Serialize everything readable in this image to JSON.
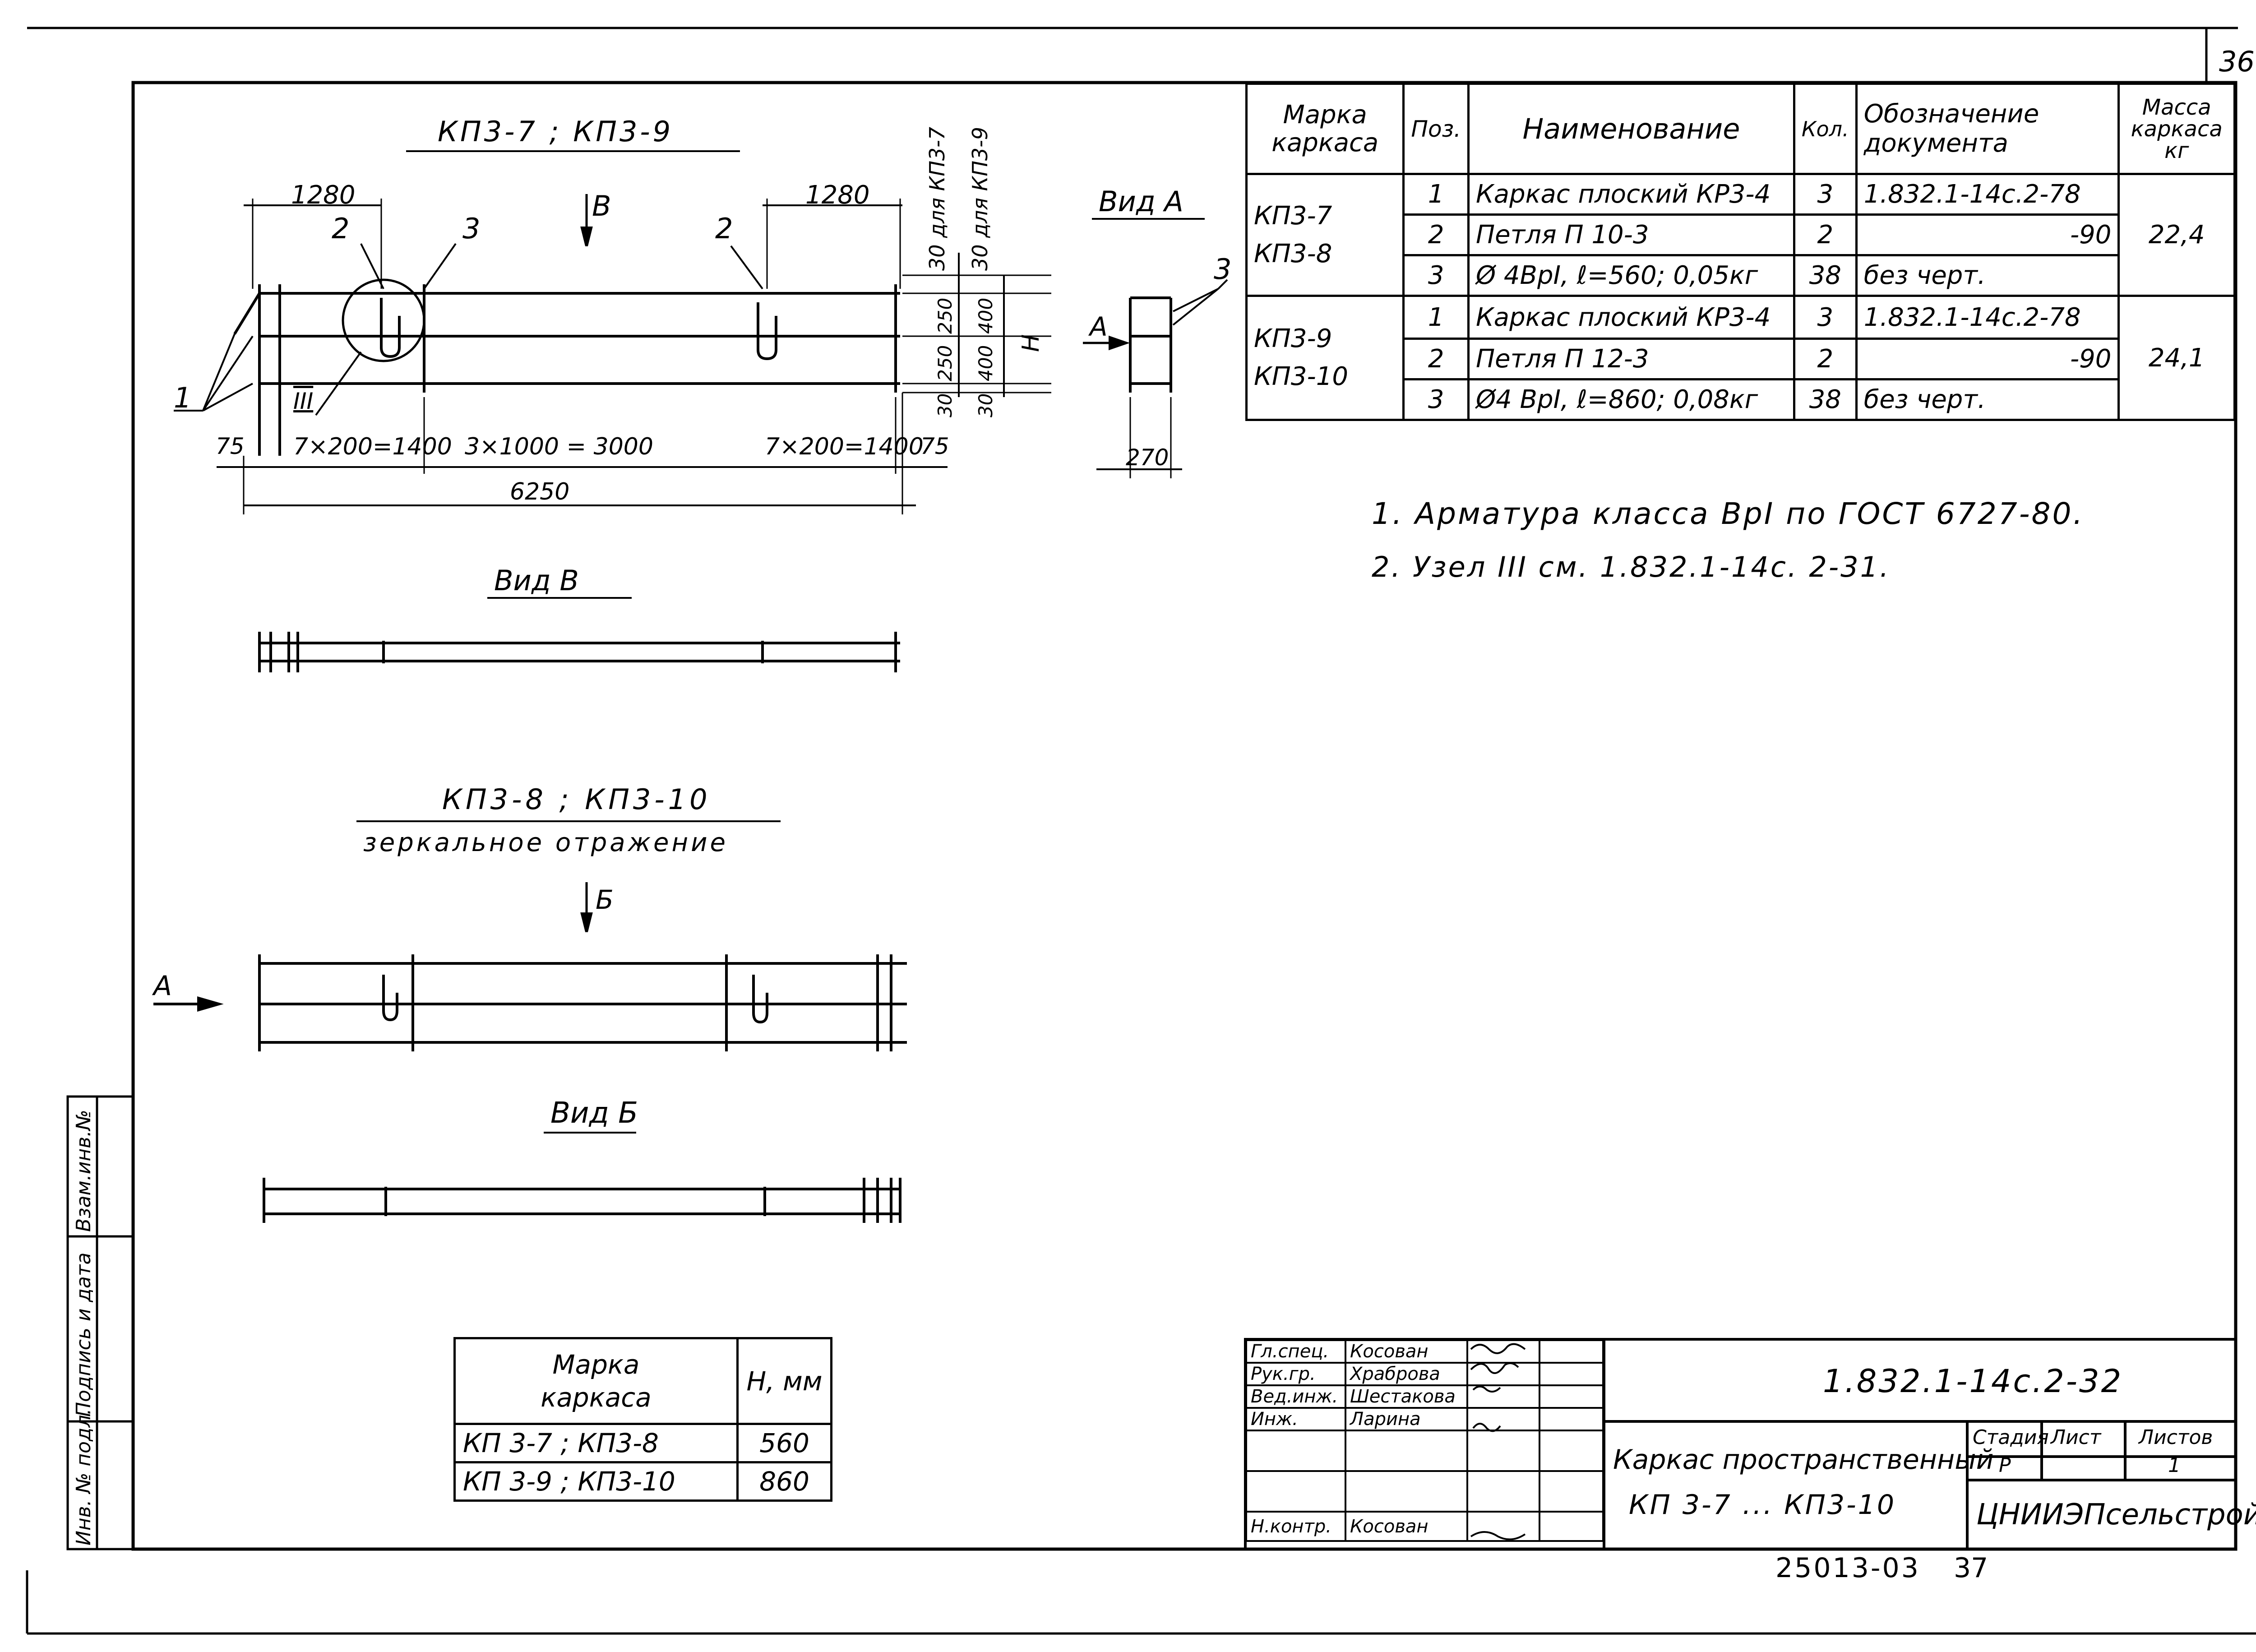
{
  "sheet": {
    "page_number": "36",
    "bottom_code": "25013-03",
    "bottom_page": "37"
  },
  "spec_table": {
    "headers": {
      "mark": [
        "Марка",
        "каркаса"
      ],
      "pos": "Поз.",
      "name": "Наименование",
      "qty": "Кол.",
      "doc": [
        "Обозначение",
        "документа"
      ],
      "mass": [
        "Масса",
        "каркаса",
        "кг"
      ]
    },
    "groups": [
      {
        "marks": [
          "КП3-7",
          "КП3-8"
        ],
        "mass": "22,4",
        "rows": [
          {
            "pos": "1",
            "name": "Каркас плоский КР3-4",
            "qty": "3",
            "doc": "1.832.1-14с.2-78"
          },
          {
            "pos": "2",
            "name": "Петля П 10-3",
            "qty": "2",
            "doc": "-90"
          },
          {
            "pos": "3",
            "name": "Ø 4ВрI,  ℓ=560; 0,05кг",
            "qty": "38",
            "doc": "без черт."
          }
        ]
      },
      {
        "marks": [
          "КП3-9",
          "КП3-10"
        ],
        "mass": "24,1",
        "rows": [
          {
            "pos": "1",
            "name": "Каркас плоский КР3-4",
            "qty": "3",
            "doc": "1.832.1-14с.2-78"
          },
          {
            "pos": "2",
            "name": "Петля П 12-3",
            "qty": "2",
            "doc": "-90"
          },
          {
            "pos": "3",
            "name": "Ø4 ВрI,  ℓ=860; 0,08кг",
            "qty": "38",
            "doc": "без черт."
          }
        ]
      }
    ]
  },
  "notes": [
    "1. Арматура класса ВрI по ГОСТ 6727-80.",
    "2. Узел III см. 1.832.1-14с. 2-31."
  ],
  "drawings": {
    "main_title": "КП3-7 ; КП3-9",
    "mirror_title": "КП3-8 ; КП3-10",
    "mirror_subtitle": "зеркальное отражение",
    "view_a": "Вид А",
    "view_v": "Вид В",
    "view_b": "Вид Б",
    "arrow_v": "В",
    "arrow_b": "Б",
    "arrow_a": "А",
    "dims": {
      "d1280_left": "1280",
      "d1280_right": "1280",
      "d75_left": "75",
      "d75_right": "75",
      "seg_left": "7×200=1400",
      "seg_mid": "3×1000 = 3000",
      "seg_right": "7×200=1400",
      "total": "6250",
      "h": "H",
      "v30_top": "30",
      "v250_a": "250",
      "v250_b": "250",
      "v400_a": "400",
      "v400_b": "400",
      "v30_bot_a": "30",
      "v30_bot_b": "30",
      "for_kp37": "30 для КП3-7",
      "for_kp39": "30 для КП3-9",
      "w270": "270",
      "node": "III"
    },
    "callouts": {
      "c1": "1",
      "c2a": "2",
      "c2b": "2",
      "c3": "3",
      "c3a": "3"
    }
  },
  "h_table": {
    "header_mark": [
      "Марка",
      "каркаса"
    ],
    "header_h": "H, мм",
    "rows": [
      {
        "mark": "КП 3-7 ; КП3-8",
        "h": "560"
      },
      {
        "mark": "КП 3-9 ; КП3-10",
        "h": "860"
      }
    ]
  },
  "side_stamp": {
    "cells": [
      "Взам.инв.№",
      "Подпись и дата",
      "Инв. № подл."
    ]
  },
  "title_block": {
    "roles": [
      {
        "role": "Гл.спец.",
        "name": "Косован"
      },
      {
        "role": "Рук.гр.",
        "name": "Храброва"
      },
      {
        "role": "Вед.инж.",
        "name": "Шестакова"
      },
      {
        "role": "Инж.",
        "name": "Ларина"
      },
      {
        "role": "",
        "name": ""
      },
      {
        "role": "",
        "name": ""
      },
      {
        "role": "Н.контр.",
        "name": "Косован"
      }
    ],
    "doc_code": "1.832.1-14с.2-32",
    "title_line1": "Каркас пространственный",
    "title_line2": "КП 3-7  ...  КП3-10",
    "stage_label": "Стадия",
    "sheet_label": "Лист",
    "sheets_label": "Листов",
    "stage": "Р",
    "sheets": "1",
    "org": "ЦНИИЭПсельстрой"
  }
}
